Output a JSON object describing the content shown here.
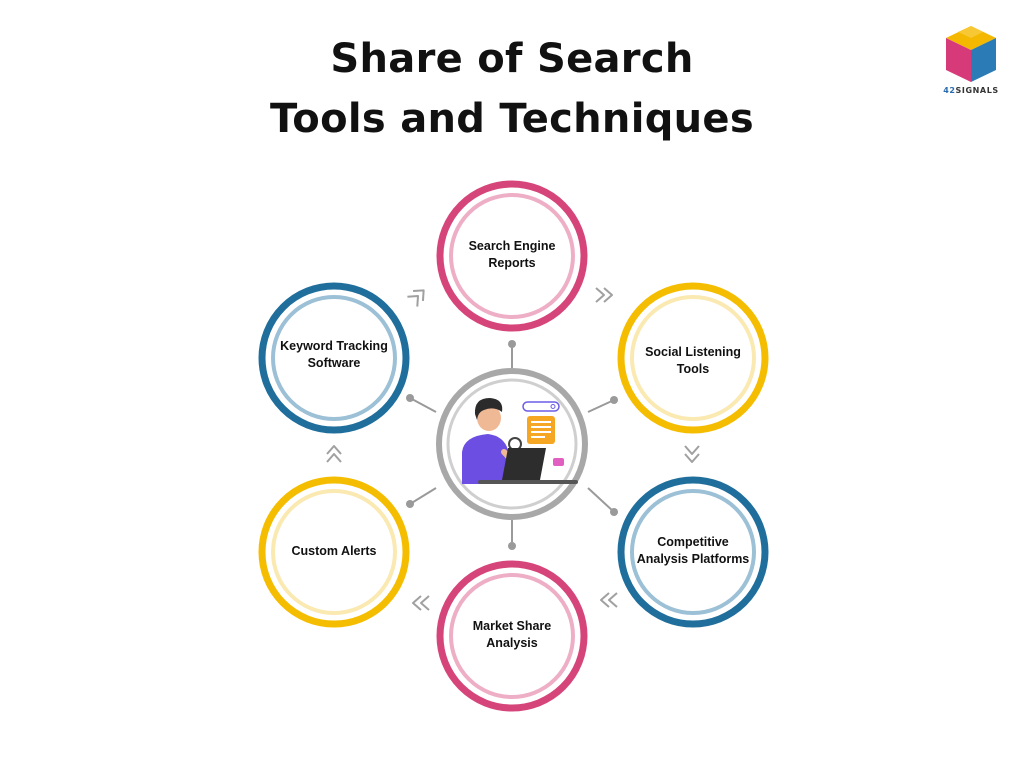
{
  "title": {
    "line1": "Share of Search",
    "line2": "Tools and Techniques"
  },
  "brand": {
    "logo_prefix": "42",
    "logo_suffix": "SIGNALS",
    "colors": {
      "pink": "#d63a79",
      "yellow": "#f5b800",
      "blue": "#2a7bb6"
    }
  },
  "nodes": [
    {
      "id": "search-engine-reports",
      "label": "Search Engine Reports",
      "color": "#d6457a",
      "inner": "#eeaec5"
    },
    {
      "id": "social-listening-tools",
      "label": "Social Listening Tools",
      "color": "#f5bd00",
      "inner": "#fbe9b2"
    },
    {
      "id": "competitive-analysis-platforms",
      "label": "Competitive Analysis Platforms",
      "color": "#1f6e9c",
      "inner": "#9cc0d6"
    },
    {
      "id": "market-share-analysis",
      "label": "Market Share Analysis",
      "color": "#d6457a",
      "inner": "#eeaec5"
    },
    {
      "id": "custom-alerts",
      "label": "Custom Alerts",
      "color": "#f5bd00",
      "inner": "#fbe9b2"
    },
    {
      "id": "keyword-tracking-software",
      "label": "Keyword Tracking Software",
      "color": "#1f6e9c",
      "inner": "#9cc0d6"
    }
  ],
  "center": {
    "icon": "person-with-laptop-and-magnifier-illustration",
    "ring_color": "#a8a8a8"
  },
  "connector_color": "#9a9a9a",
  "arrow_icon": "double-chevron-icon"
}
